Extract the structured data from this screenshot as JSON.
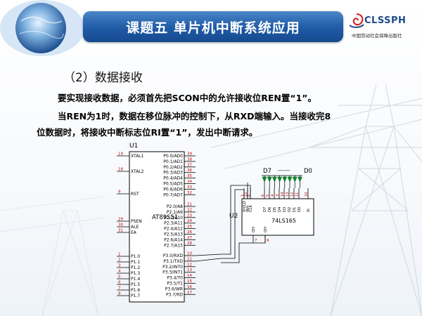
{
  "header": {
    "title": "课题五   单片机中断系统应用",
    "logo_name": "CLSSPH",
    "logo_sub": "中国劳动社会保障出版社"
  },
  "section": {
    "heading": "（2）数据接收",
    "paragraphs": [
      "要实现接收数据，必须首先把SCON中的允许接收位REN置“1”。",
      "当REN为1时，数据在移位脉冲的控制下，从RXD端输入。当接收完8",
      "位数据时，将接收中断标志位RI置“1”，发出中断请求。"
    ]
  },
  "circuit": {
    "u1": {
      "ref": "U1",
      "part": "AT89S51",
      "left_pins": [
        {
          "num": "19",
          "name": "XTAL1"
        },
        {
          "num": "18",
          "name": "XTAL2"
        },
        {
          "num": "9",
          "name": "RST"
        },
        {
          "num": "29",
          "name": "PSEN"
        },
        {
          "num": "30",
          "name": "ALE"
        },
        {
          "num": "31",
          "name": "EA"
        },
        {
          "num": "1",
          "name": "P1.0"
        },
        {
          "num": "2",
          "name": "P1.1"
        },
        {
          "num": "3",
          "name": "P1.2"
        },
        {
          "num": "4",
          "name": "P1.3"
        },
        {
          "num": "5",
          "name": "P1.4"
        },
        {
          "num": "6",
          "name": "P1.5"
        },
        {
          "num": "7",
          "name": "P1.6"
        },
        {
          "num": "8",
          "name": "P1.7"
        }
      ],
      "right_pins": [
        {
          "num": "39",
          "name": "P0.0/AD0"
        },
        {
          "num": "38",
          "name": "P0.1/AD1"
        },
        {
          "num": "37",
          "name": "P0.2/AD2"
        },
        {
          "num": "36",
          "name": "P0.3/AD3"
        },
        {
          "num": "35",
          "name": "P0.4/AD4"
        },
        {
          "num": "34",
          "name": "P0.5/AD5"
        },
        {
          "num": "33",
          "name": "P0.6/AD6"
        },
        {
          "num": "32",
          "name": "P0.7/AD7"
        },
        {
          "num": "21",
          "name": "P2.0/A8"
        },
        {
          "num": "22",
          "name": "P2.1/A9"
        },
        {
          "num": "23",
          "name": "P2.2/A10"
        },
        {
          "num": "24",
          "name": "P2.3/A11"
        },
        {
          "num": "25",
          "name": "P2.4/A12"
        },
        {
          "num": "26",
          "name": "P2.5/A13"
        },
        {
          "num": "27",
          "name": "P2.6/A14"
        },
        {
          "num": "28",
          "name": "P2.7/A15"
        },
        {
          "num": "10",
          "name": "P3.0/RXD"
        },
        {
          "num": "11",
          "name": "P3.1/TXD"
        },
        {
          "num": "12",
          "name": "P3.2/INT0"
        },
        {
          "num": "13",
          "name": "P3.3/INT1"
        },
        {
          "num": "14",
          "name": "P3.4/T0"
        },
        {
          "num": "15",
          "name": "P3.5/T1"
        },
        {
          "num": "16",
          "name": "P3.6/WR"
        },
        {
          "num": "17",
          "name": "P3.7/RD"
        }
      ]
    },
    "u2": {
      "ref": "U2",
      "part": "74LS165",
      "top_pins": [
        {
          "num": "1",
          "name": "SH/LD"
        },
        {
          "num": "15",
          "name": "INH"
        },
        {
          "num": "2",
          "name": "CLK"
        },
        {
          "num": "6",
          "name": "D7"
        },
        {
          "num": "5",
          "name": "D6"
        },
        {
          "num": "4",
          "name": "D5"
        },
        {
          "num": "3",
          "name": "D4"
        },
        {
          "num": "14",
          "name": "D3"
        },
        {
          "num": "13",
          "name": "D2"
        },
        {
          "num": "12",
          "name": "D1"
        },
        {
          "num": "11",
          "name": "D0"
        },
        {
          "num": "10",
          "name": "SI"
        }
      ],
      "bottom_pins": [
        {
          "num": "7",
          "name": "QH"
        },
        {
          "num": "9",
          "name": "QH"
        }
      ]
    },
    "led_label_left": "D7",
    "led_label_dashes": "------",
    "led_label_right": "D0"
  }
}
